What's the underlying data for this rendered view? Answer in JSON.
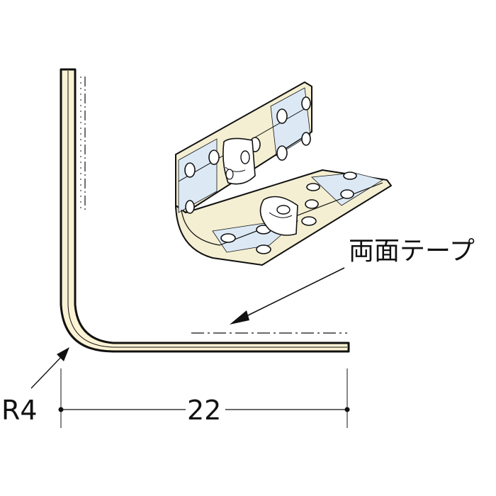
{
  "labels": {
    "tape_label": "両面テープ",
    "radius_label": "R4",
    "width_label": "22"
  },
  "colors": {
    "outline": "#111111",
    "profile_fill": "#fbf3d4",
    "tape_fill": "#dce9f5",
    "strip_fill": "#f4efd2",
    "background": "#ffffff"
  }
}
